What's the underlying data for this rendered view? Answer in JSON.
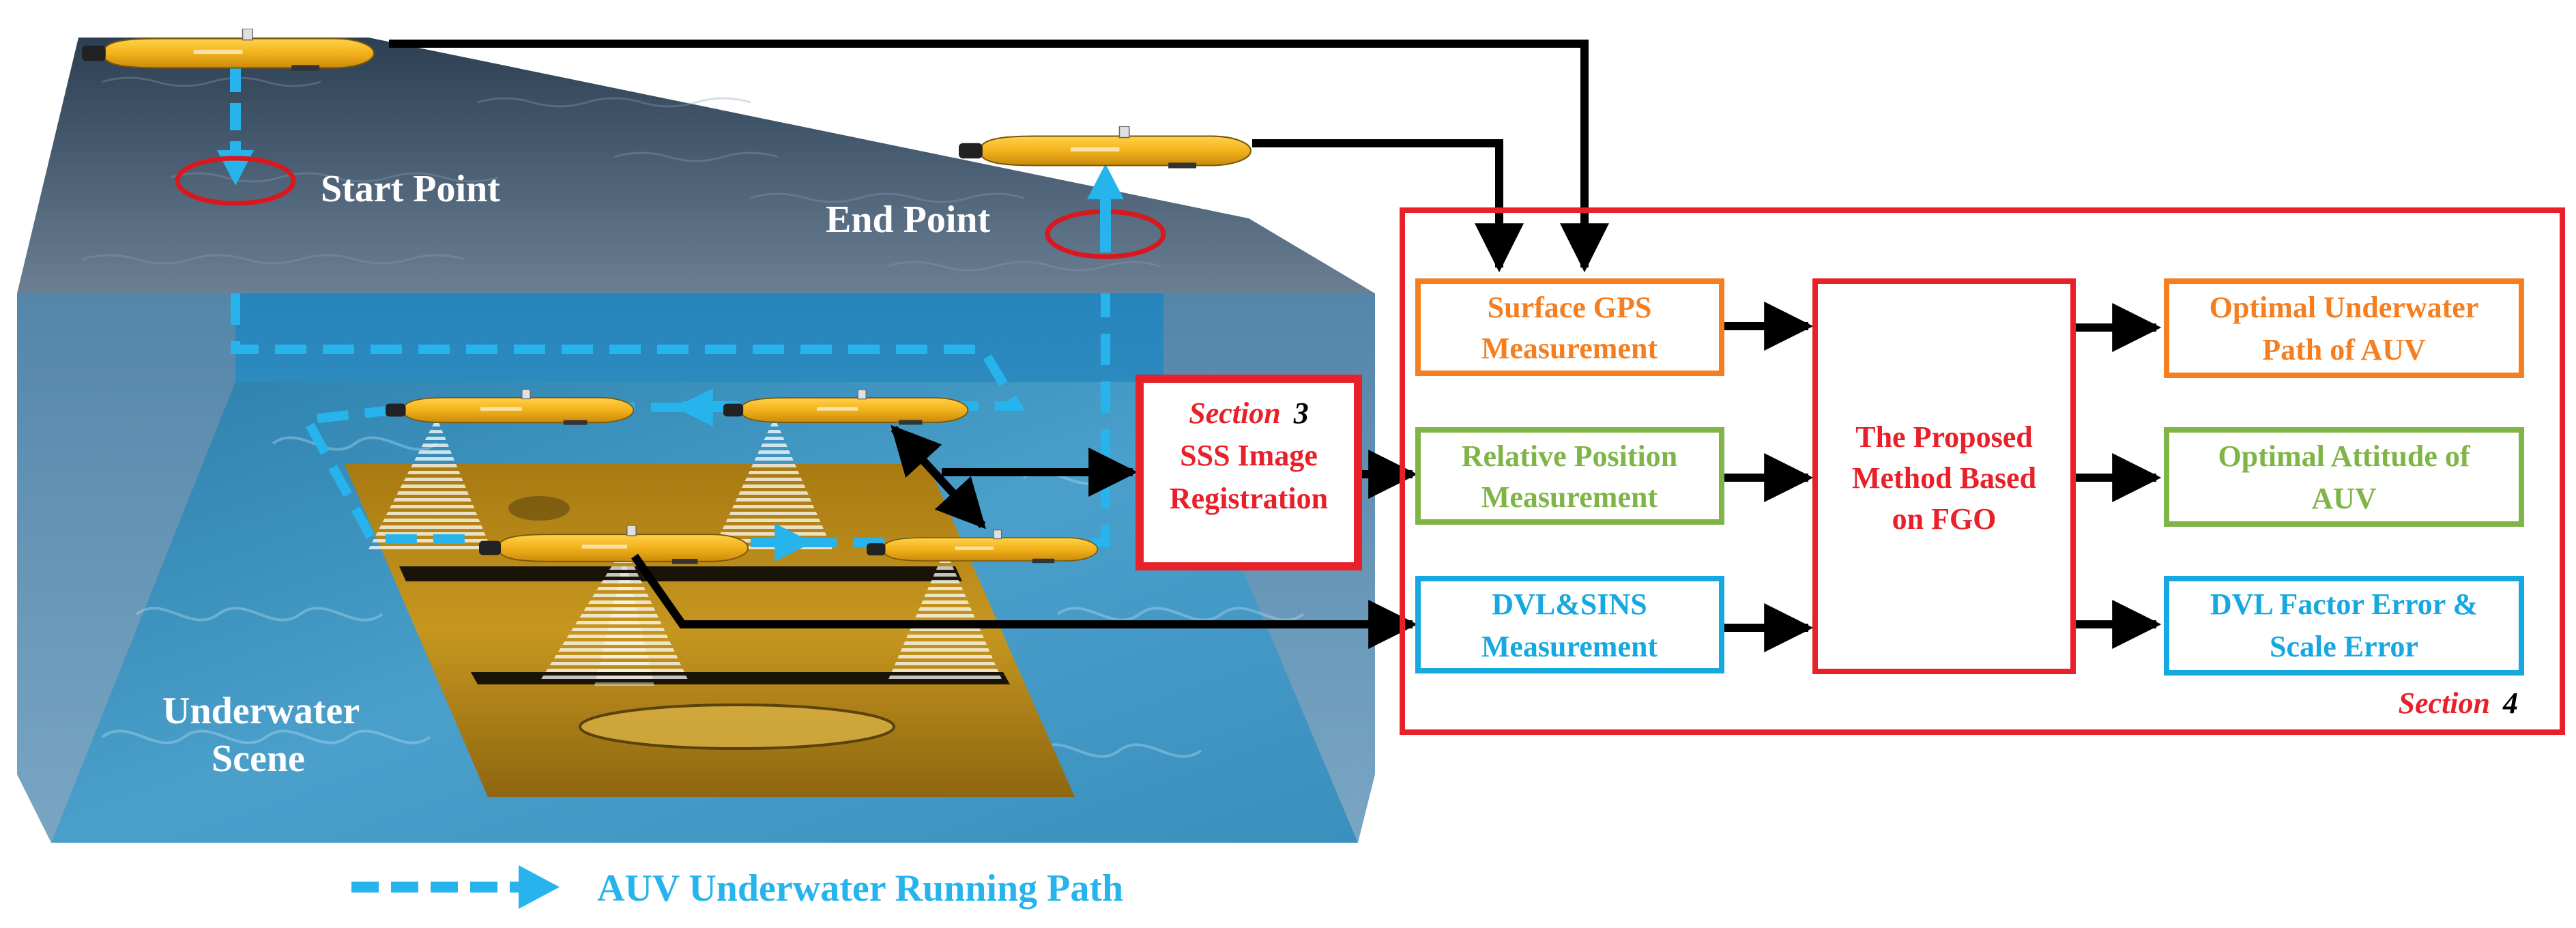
{
  "scene": {
    "start_point": "Start Point",
    "end_point": "End Point",
    "underwater_line1": "Underwater",
    "underwater_line2": "Scene"
  },
  "sss_box": {
    "section_word": "Section",
    "section_num": "3",
    "line1": "SSS Image",
    "line2": "Registration"
  },
  "inputs": {
    "gps": {
      "line1": "Surface GPS",
      "line2": "Measurement"
    },
    "relative": {
      "line1": "Relative Position",
      "line2": "Measurement"
    },
    "dvl": {
      "line1": "DVL&SINS",
      "line2": "Measurement"
    }
  },
  "method": {
    "line1": "The Proposed",
    "line2": "Method Based",
    "line3": "on FGO"
  },
  "outputs": {
    "path": {
      "line1": "Optimal Underwater",
      "line2": "Path of AUV"
    },
    "attitude": {
      "line1": "Optimal Attitude of",
      "line2": "AUV"
    },
    "dvl_error": {
      "line1": "DVL Factor Error &",
      "line2": "Scale Error"
    }
  },
  "section4": {
    "word": "Section",
    "num": "4"
  },
  "legend": {
    "label": "AUV Underwater Running Path"
  },
  "colors": {
    "red": "#e8202a",
    "orange": "#f57f20",
    "green": "#7fb446",
    "cyan": "#16a8e0",
    "path_cyan": "#27b4ec",
    "auv_yellow": "#f2b21b",
    "sea_top": "#4f6478",
    "water": "#5e8fae",
    "sonar": "#b78814"
  }
}
